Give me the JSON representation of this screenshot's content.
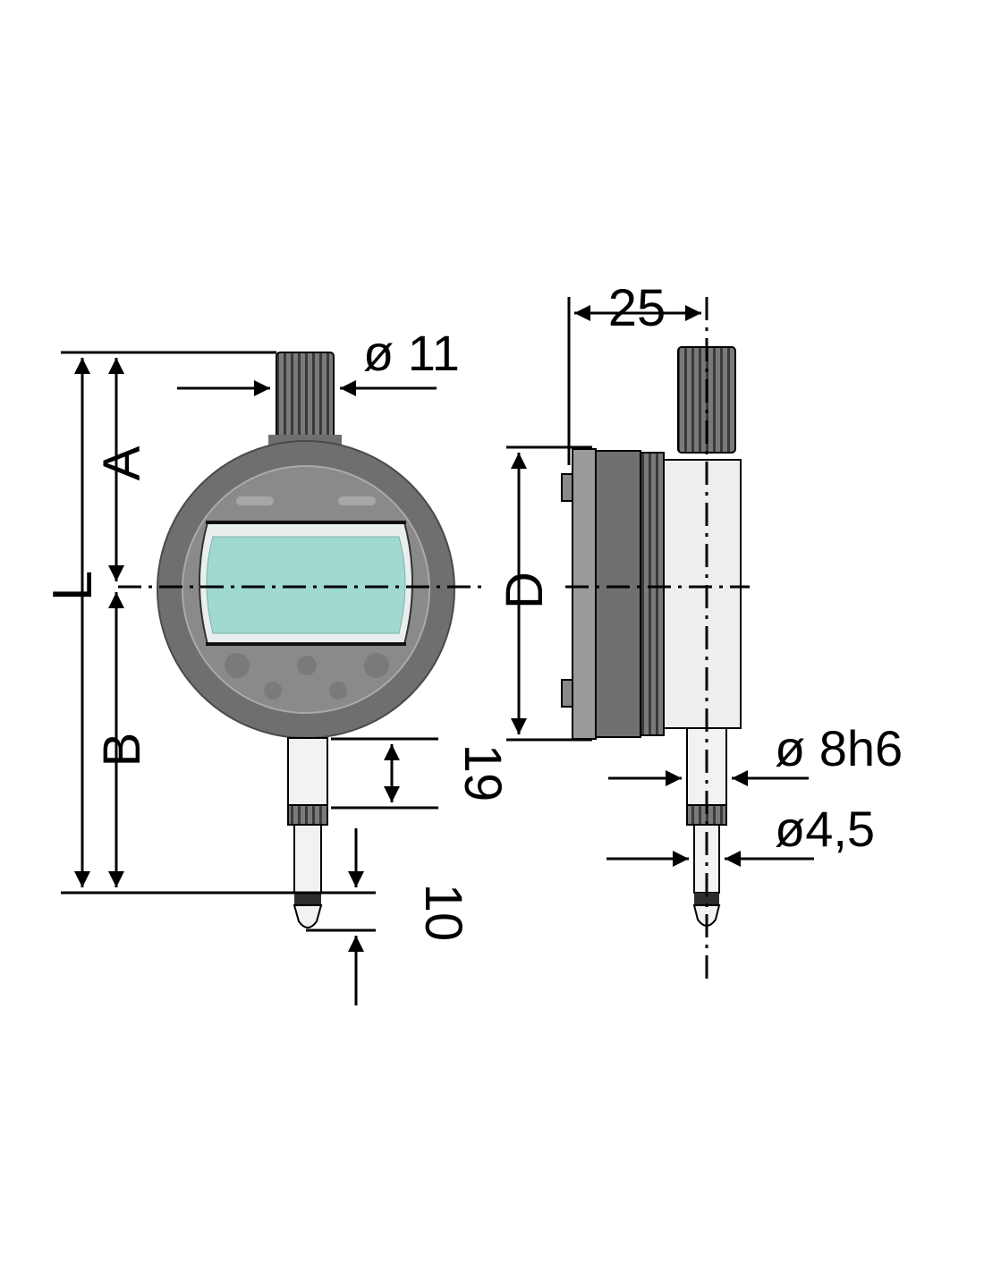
{
  "labels": {
    "L": "L",
    "A": "A",
    "B": "B",
    "D": "D",
    "dia_11": "ø 11",
    "dim_25": "25",
    "dim_19": "19",
    "dim_10": "10",
    "dia_8h6": "ø 8h6",
    "dia_4_5": "ø4,5"
  },
  "colors": {
    "body_dark": "#6f6f6f",
    "body_mid": "#8c8c8c",
    "bezel": "#5e5e5e",
    "lcd": "#9fd9cf",
    "lcd_frame": "#e9eeee",
    "knob": "#707070",
    "side_light": "#eeeeee",
    "line": "#000000"
  }
}
